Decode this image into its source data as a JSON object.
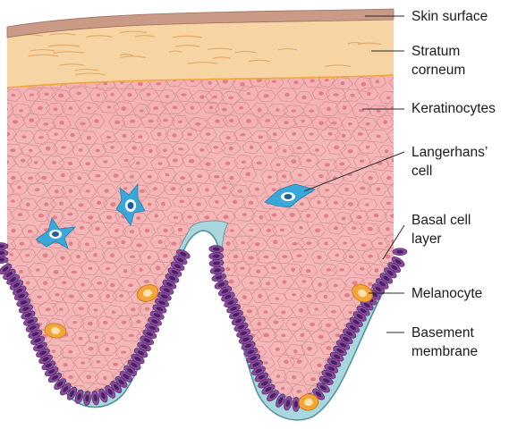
{
  "labels": {
    "skin_surface": "Skin surface",
    "stratum_corneum_1": "Stratum",
    "stratum_corneum_2": "corneum",
    "keratinocytes": "Keratinocytes",
    "langerhans_1": "Langerhans’",
    "langerhans_2": "cell",
    "basal_1": "Basal cell",
    "basal_2": "layer",
    "melanocyte": "Melanocyte",
    "basement_1": "Basement",
    "basement_2": "membrane"
  },
  "colors": {
    "skin_surface": "#c99a86",
    "stratum_corneum": "#f7d4a4",
    "corneum_streak": "#e2a866",
    "epidermis": "#f4b7b8",
    "cell_outline": "#d98c93",
    "nucleus": "#e27d8c",
    "basal_cell": "#8a4b9a",
    "basal_nucleus": "#4b1f63",
    "basement_membrane": "#a9d7de",
    "basement_outline": "#4f8f9a",
    "langerhans": "#39a7d8",
    "melanocyte": "#f3a53a",
    "leader_line": "#2a2a2a"
  },
  "icons": {
    "langerhans": "langerhans-cell-icon",
    "melanocyte": "melanocyte-icon"
  }
}
